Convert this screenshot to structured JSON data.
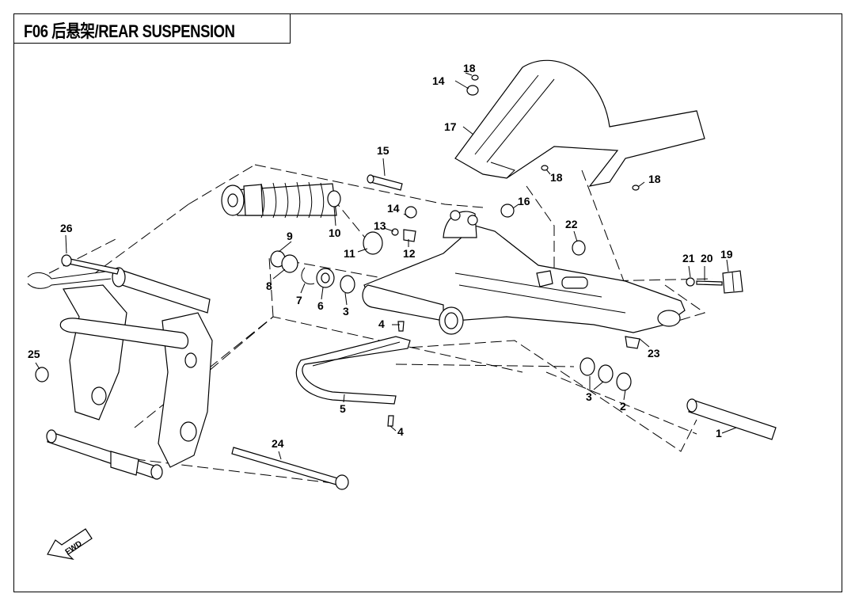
{
  "header": {
    "title": "F06 后悬架/REAR SUSPENSION"
  },
  "callouts": [
    {
      "id": "c1",
      "label": "1"
    },
    {
      "id": "c2",
      "label": "2"
    },
    {
      "id": "c3a",
      "label": "3"
    },
    {
      "id": "c3b",
      "label": "3"
    },
    {
      "id": "c4a",
      "label": "4"
    },
    {
      "id": "c4b",
      "label": "4"
    },
    {
      "id": "c5",
      "label": "5"
    },
    {
      "id": "c6",
      "label": "6"
    },
    {
      "id": "c7",
      "label": "7"
    },
    {
      "id": "c8",
      "label": "8"
    },
    {
      "id": "c9",
      "label": "9"
    },
    {
      "id": "c10",
      "label": "10"
    },
    {
      "id": "c11",
      "label": "11"
    },
    {
      "id": "c12",
      "label": "12"
    },
    {
      "id": "c13",
      "label": "13"
    },
    {
      "id": "c14a",
      "label": "14"
    },
    {
      "id": "c14b",
      "label": "14"
    },
    {
      "id": "c15",
      "label": "15"
    },
    {
      "id": "c16",
      "label": "16"
    },
    {
      "id": "c17",
      "label": "17"
    },
    {
      "id": "c18a",
      "label": "18"
    },
    {
      "id": "c18b",
      "label": "18"
    },
    {
      "id": "c18c",
      "label": "18"
    },
    {
      "id": "c19",
      "label": "19"
    },
    {
      "id": "c20",
      "label": "20"
    },
    {
      "id": "c21",
      "label": "21"
    },
    {
      "id": "c22",
      "label": "22"
    },
    {
      "id": "c23",
      "label": "23"
    },
    {
      "id": "c24",
      "label": "24"
    },
    {
      "id": "c25",
      "label": "25"
    },
    {
      "id": "c26",
      "label": "26"
    }
  ],
  "fwd_label": "FWD"
}
